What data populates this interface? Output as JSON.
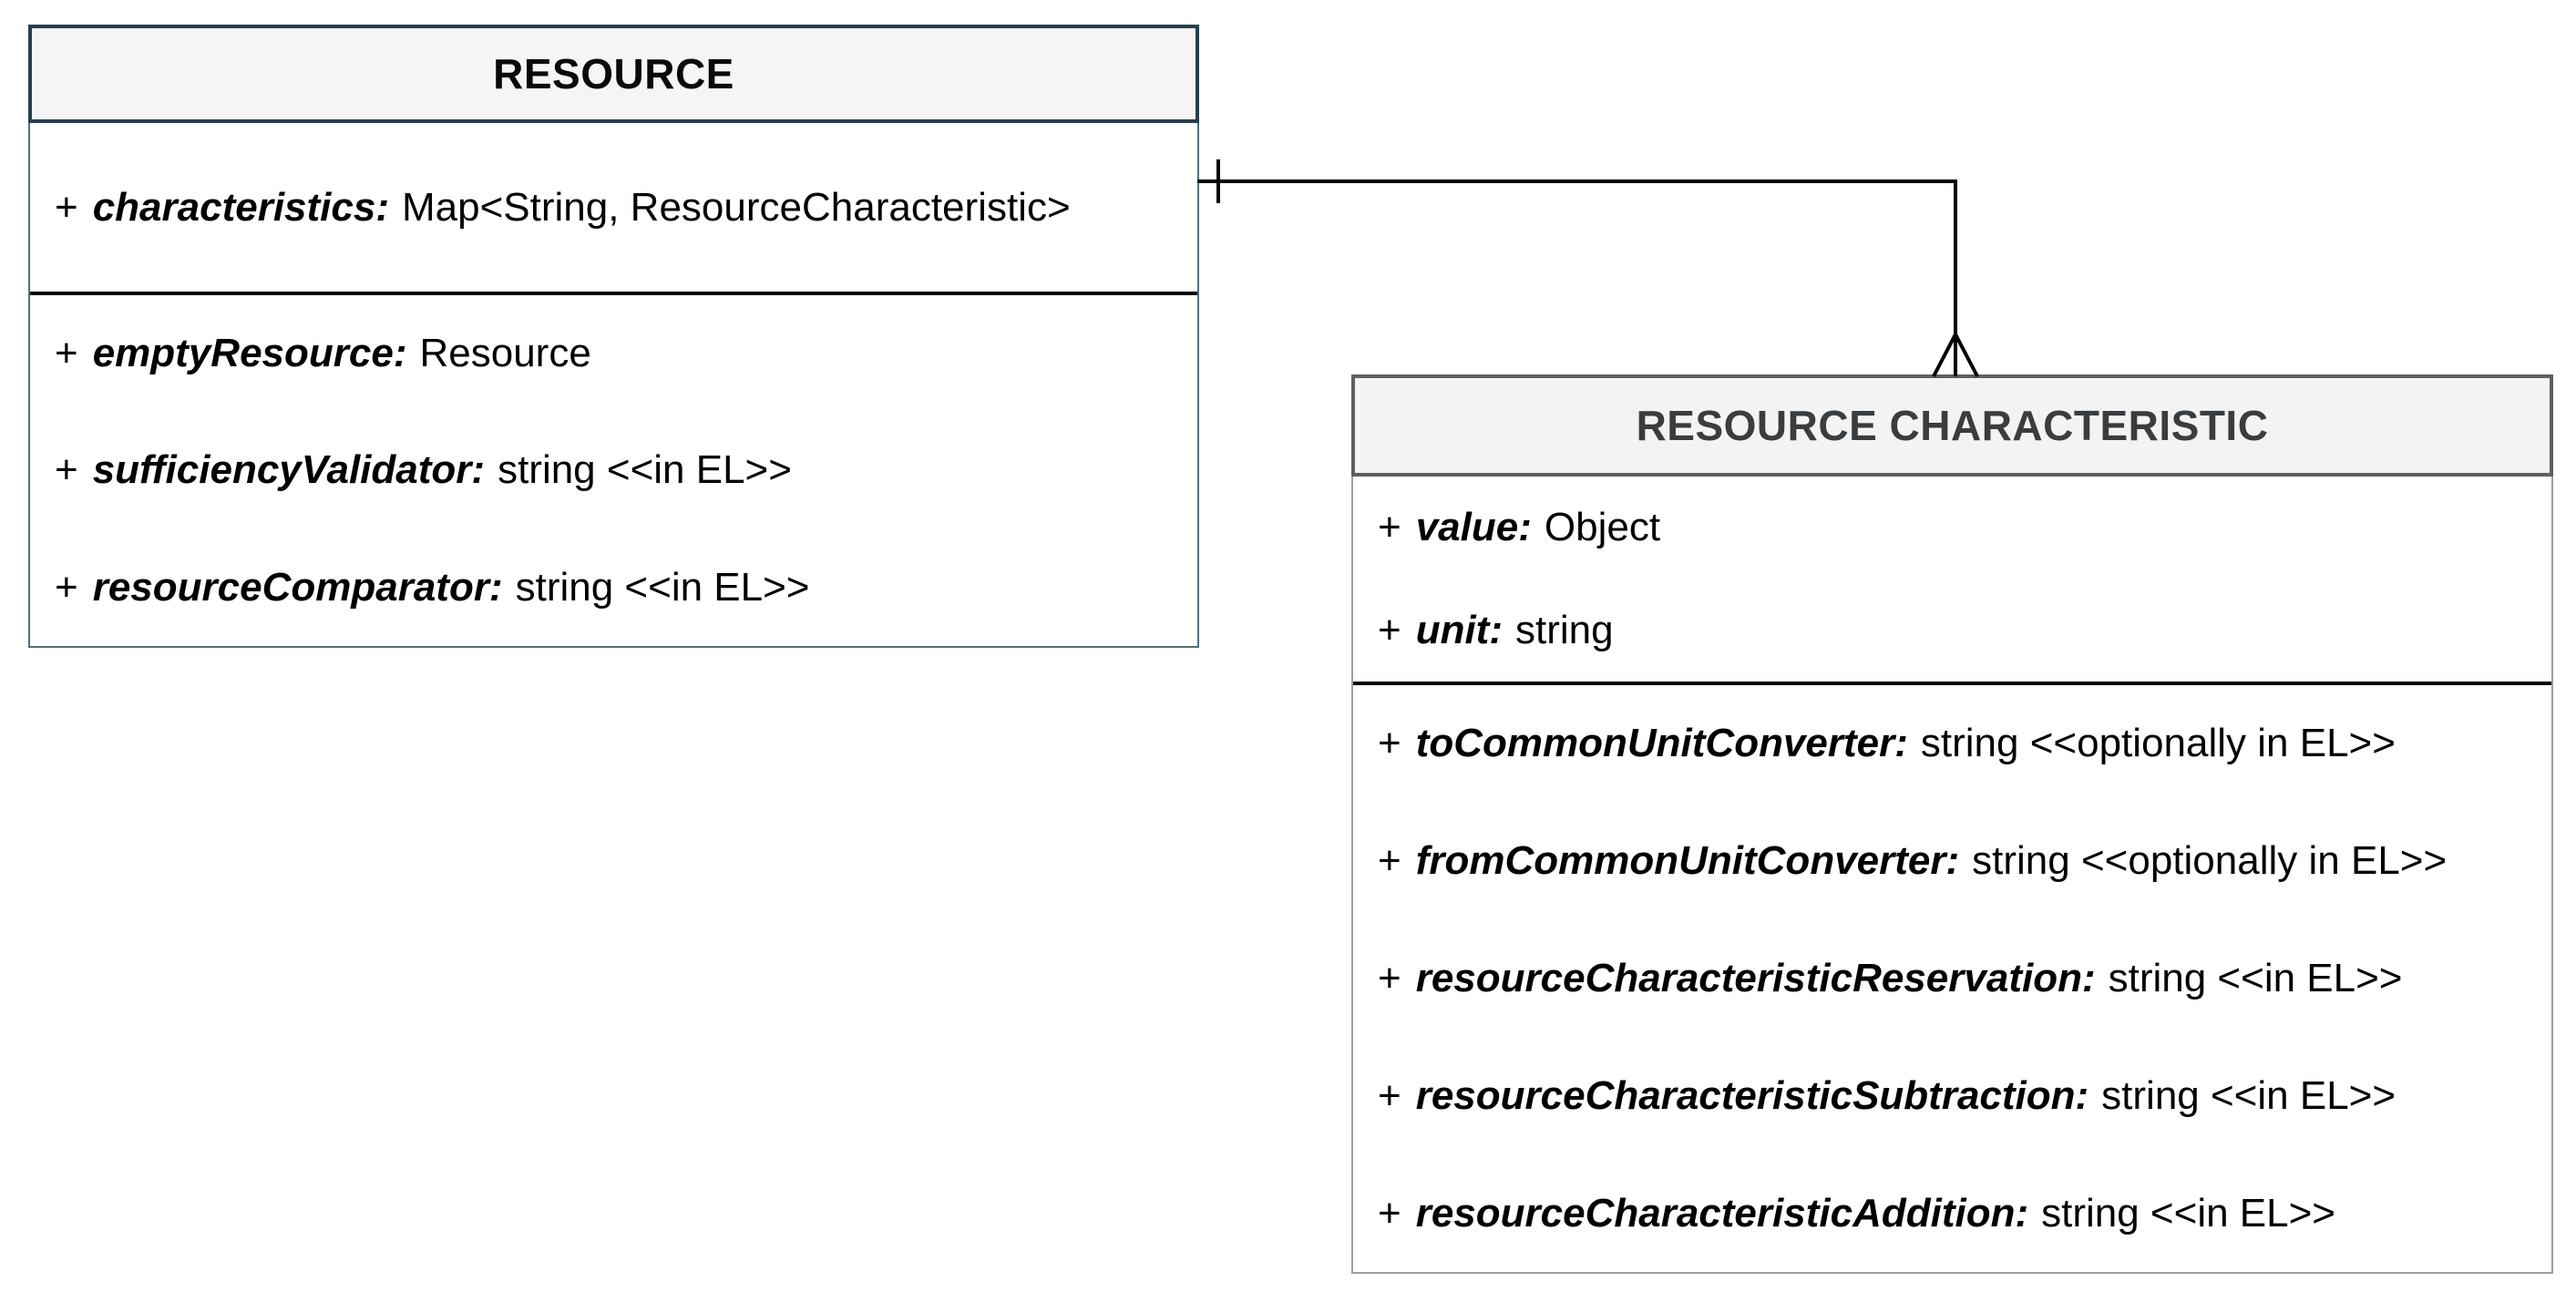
{
  "canvas": {
    "background": "#ffffff"
  },
  "palette": {
    "resource_header_border": "#24404f",
    "resource_body_border": "#51707f",
    "resource_header_fill": "#f5f5f6",
    "resource_title_color": "#0a0a0a",
    "rc_header_border": "#5f5f5f",
    "rc_body_border": "#9e9e9e",
    "rc_header_fill": "#f3f3f3",
    "rc_title_color": "#3a3d40",
    "divider_color": "#000000",
    "connector_color": "#000000",
    "attribute_text_color": "#000000"
  },
  "classes": {
    "resource": {
      "title": "RESOURCE",
      "rows": {
        "characteristics": {
          "prefix": "+",
          "name": "characteristics:",
          "type": "Map<String, ResourceCharacteristic>"
        },
        "emptyResource": {
          "prefix": "+",
          "name": "emptyResource:",
          "type": "Resource"
        },
        "sufficiencyValidator": {
          "prefix": "+",
          "name": "sufficiencyValidator:",
          "type": "string <<in EL>>"
        },
        "resourceComparator": {
          "prefix": "+",
          "name": "resourceComparator:",
          "type": "string <<in EL>>"
        }
      }
    },
    "resource_characteristic": {
      "title": "RESOURCE CHARACTERISTIC",
      "rows": {
        "value": {
          "prefix": "+",
          "name": "value:",
          "type": "Object"
        },
        "unit": {
          "prefix": "+",
          "name": "unit:",
          "type": "string"
        },
        "toCommonUnitConverter": {
          "prefix": "+",
          "name": "toCommonUnitConverter:",
          "type": "string <<optionally in EL>>"
        },
        "fromCommonUnitConverter": {
          "prefix": "+",
          "name": "fromCommonUnitConverter:",
          "type": "string <<optionally in EL>>"
        },
        "resourceCharacteristicReservation": {
          "prefix": "+",
          "name": "resourceCharacteristicReservation:",
          "type": "string <<in EL>>"
        },
        "resourceCharacteristicSubtraction": {
          "prefix": "+",
          "name": "resourceCharacteristicSubtraction:",
          "type": "string <<in EL>>"
        },
        "resourceCharacteristicAddition": {
          "prefix": "+",
          "name": "resourceCharacteristicAddition:",
          "type": "string <<in EL>>"
        }
      }
    }
  },
  "relationship": {
    "type": "one-to-many",
    "from_class": "RESOURCE",
    "to_class": "RESOURCE CHARACTERISTIC",
    "from_marker": "one (tick)",
    "to_marker": "many (crow's foot)"
  }
}
